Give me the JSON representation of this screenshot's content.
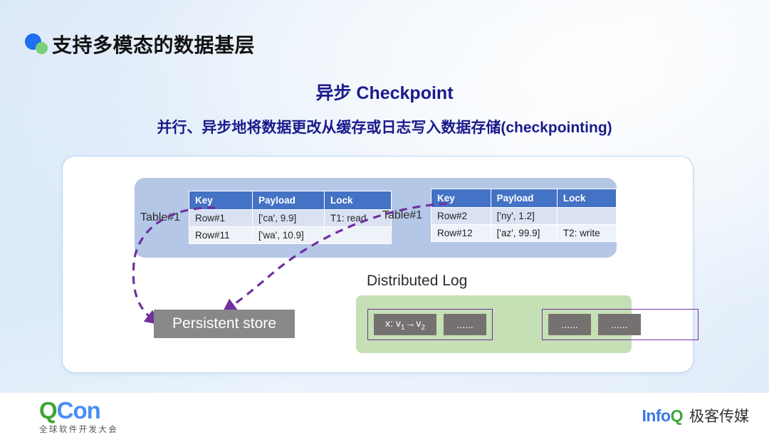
{
  "header": {
    "title": "支持多模态的数据基层",
    "logo": "blue-green-dots"
  },
  "subtitle": {
    "main": "异步 Checkpoint",
    "description": "并行、异步地将数据更改从缓存或日志写入数据存储(checkpointing)"
  },
  "diagram": {
    "tables": [
      {
        "label": "Table#1",
        "columns": [
          "Key",
          "Payload",
          "Lock"
        ],
        "rows": [
          [
            "Row#1",
            "['ca', 9.9]",
            "T1: read"
          ],
          [
            "Row#11",
            "['wa', 10.9]",
            ""
          ]
        ]
      },
      {
        "label": "Table#1",
        "columns": [
          "Key",
          "Payload",
          "Lock"
        ],
        "rows": [
          [
            "Row#2",
            "['ny', 1.2]",
            ""
          ],
          [
            "Row#12",
            "['az', 99.9]",
            "T2: write"
          ]
        ]
      }
    ],
    "persistent_store": {
      "label": "Persistent store"
    },
    "distributed_log": {
      "label": "Distributed Log",
      "groups": [
        {
          "cells": [
            {
              "text": "x: v",
              "sub1": "1",
              "arrow": "→",
              "text2": "v",
              "sub2": "2",
              "type": "record"
            },
            {
              "text": "......",
              "type": "ellipsis"
            }
          ]
        },
        {
          "cells": [
            {
              "text": "......",
              "type": "ellipsis"
            },
            {
              "text": "......",
              "type": "ellipsis"
            }
          ]
        }
      ]
    },
    "arrows": {
      "count": 2,
      "style": "dashed-curved",
      "color": "#7030A0",
      "description": "checkpoint flow from tables to persistent store"
    }
  },
  "footer": {
    "qcon": {
      "q": "Q",
      "con": "Con",
      "tagline": "全球软件开发大会"
    },
    "infoq": {
      "info": "Info",
      "q": "Q",
      "cn": "极客传媒"
    }
  },
  "colors": {
    "header_blue": "#4472C4",
    "container_blue": "#B4C7E7",
    "row_odd": "#D9E1F2",
    "row_even": "#EEF2F9",
    "log_green": "#C5E0B4",
    "log_border_purple": "#7030A0",
    "gray_box": "#767171",
    "title_navy": "#1A1A8C"
  }
}
